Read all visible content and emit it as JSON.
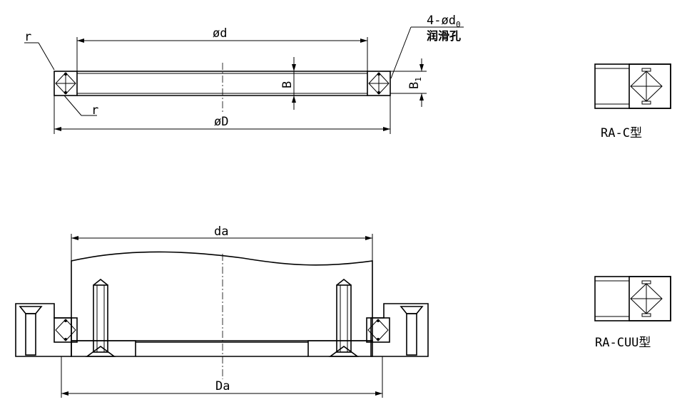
{
  "top": {
    "r_outer": "r",
    "r_inner": "r",
    "bore": "ød",
    "outer": "øD",
    "width": "B",
    "width1_main": "B",
    "width1_sub": "1",
    "holes_main": "4-ød",
    "holes_sub": "0",
    "holes_note": "润滑孔"
  },
  "bottom": {
    "da": "da",
    "Da": "Da"
  },
  "types": {
    "rac": "RA-C型",
    "racuu": "RA-CUU型"
  }
}
